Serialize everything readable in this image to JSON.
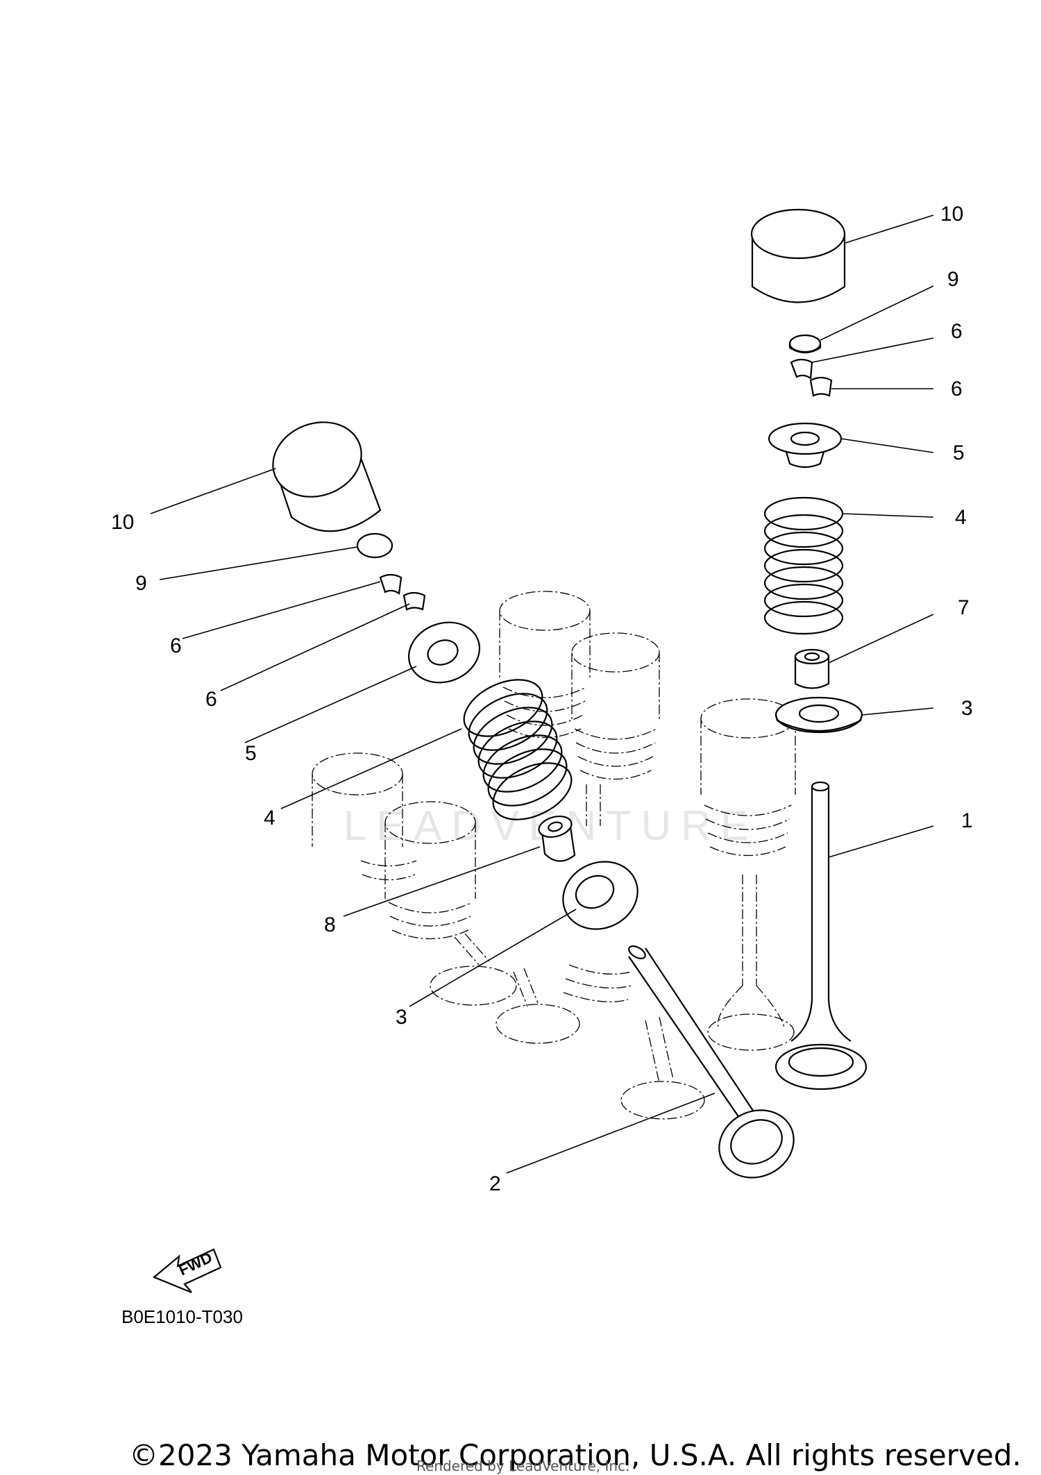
{
  "watermark": "LEADVENTURE",
  "diagram_code": "B0E1010-T030",
  "fwd_label": "FWD",
  "copyright": "©2023 Yamaha Motor Corporation, U.S.A. All rights reserved.",
  "rendered_by": "Rendered by LeadVenture, Inc.",
  "callouts": {
    "right_10": "10",
    "right_9": "9",
    "right_6a": "6",
    "right_6b": "6",
    "right_5": "5",
    "right_4": "4",
    "right_7": "7",
    "right_3": "3",
    "right_1": "1",
    "left_10": "10",
    "left_9": "9",
    "left_6a": "6",
    "left_6b": "6",
    "left_5": "5",
    "left_4": "4",
    "left_8": "8",
    "left_3": "3",
    "bottom_2": "2"
  }
}
